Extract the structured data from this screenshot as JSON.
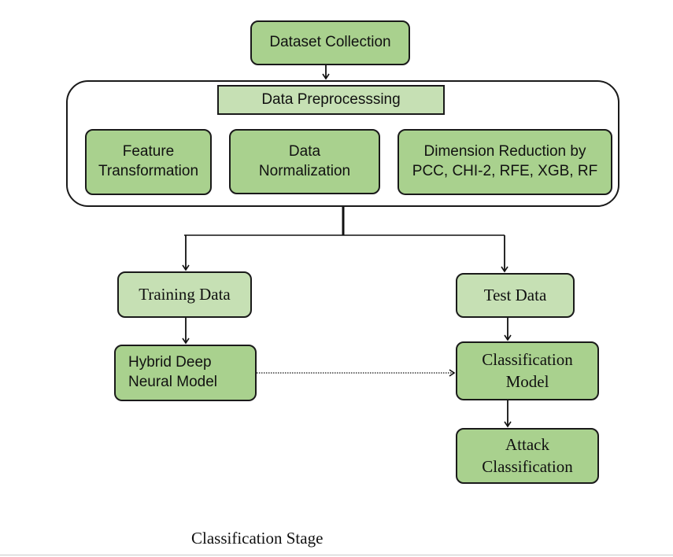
{
  "diagram": {
    "nodes": {
      "dataset_collection": "Dataset Collection",
      "data_preprocessing": "Data Preprocesssing",
      "feature_transformation": [
        "Feature",
        "Transformation"
      ],
      "data_normalization": [
        "Data",
        "Normalization"
      ],
      "dimension_reduction": [
        "Dimension Reduction by",
        "PCC, CHI-2, RFE, XGB, RF"
      ],
      "training_data": "Training Data",
      "test_data": "Test Data",
      "hybrid_model": [
        "Hybrid Deep",
        "Neural Model"
      ],
      "classification_model": [
        "Classification",
        "Model"
      ],
      "attack_classification": [
        "Attack",
        "Classification"
      ]
    },
    "caption": "Classification Stage",
    "colors": {
      "dark_green": "#a9d18e",
      "light_green": "#c6e0b4",
      "border": "#1a1a1a"
    }
  }
}
